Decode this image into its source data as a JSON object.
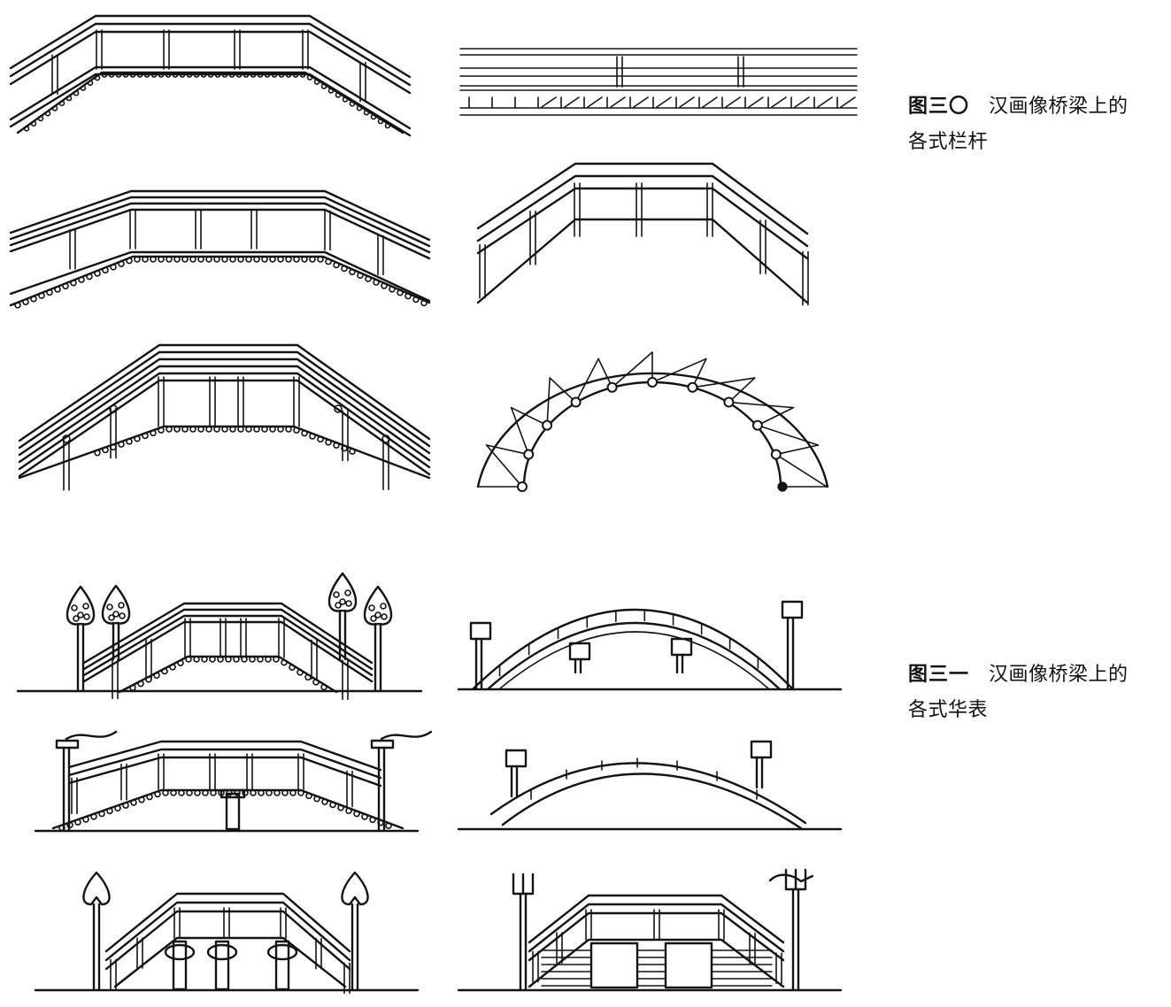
{
  "figures": [
    {
      "number": "图三〇",
      "title_line1": "汉画像桥梁上的",
      "title_line2": "各式栏杆"
    },
    {
      "number": "图三一",
      "title_line1": "汉画像桥梁上的",
      "title_line2": "各式华表"
    }
  ],
  "colors": {
    "ink": "#141414",
    "paper": "#ffffff"
  }
}
